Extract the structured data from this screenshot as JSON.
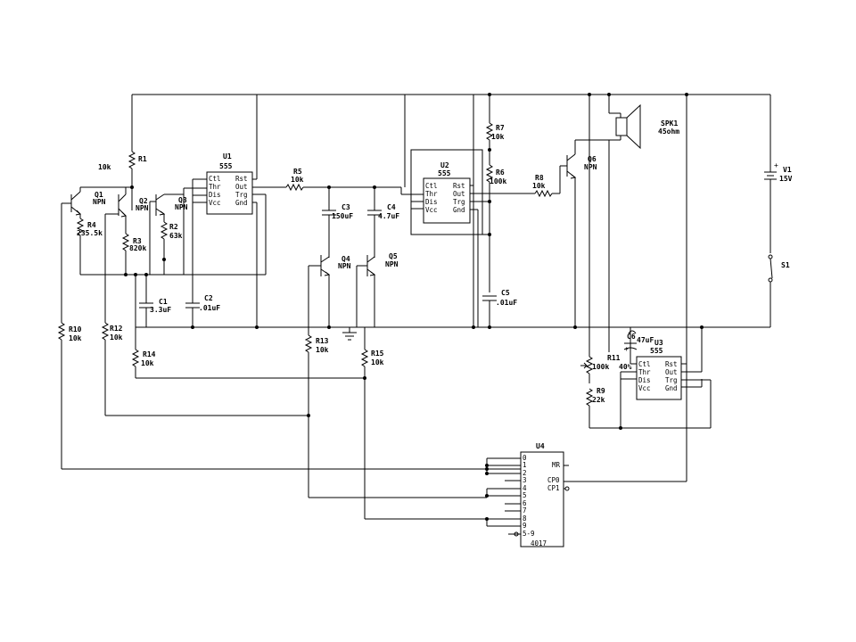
{
  "labels": {
    "U1": "U1",
    "U1_type": "555",
    "U2": "U2",
    "U2_type": "555",
    "U3": "U3",
    "U3_type": "555",
    "U4": "U4",
    "U4_type": "4017",
    "R1": "R1",
    "R1_val": "10k",
    "R2": "R2",
    "R2_val": "63k",
    "R3": "R3",
    "R3_val": "820k",
    "R4": "R4",
    "R4_val": "235.5k",
    "R5": "R5",
    "R5_val": "10k",
    "R6": "R6",
    "R6_val": "100k",
    "R7": "R7",
    "R7_val": "10k",
    "R8": "R8",
    "R8_val": "10k",
    "R9": "R9",
    "R9_val": "22k",
    "R10": "R10",
    "R10_val": "10k",
    "R11": "R11",
    "R11_val": "100k",
    "R11_pct": "40%",
    "R12": "R12",
    "R12_val": "10k",
    "R13": "R13",
    "R13_val": "10k",
    "R14": "R14",
    "R14_val": "10k",
    "R15": "R15",
    "R15_val": "10k",
    "C1": "C1",
    "C1_val": "3.3uF",
    "C2": "C2",
    "C2_val": ".01uF",
    "C3": "C3",
    "C3_val": "150uF",
    "C4": "C4",
    "C4_val": "4.7uF",
    "C5": "C5",
    "C5_val": ".01uF",
    "C6": "C6",
    "C6_val": "47uF",
    "Q1": "Q1",
    "Q2": "Q2",
    "Q3": "Q3",
    "Q4": "Q4",
    "Q5": "Q5",
    "Q6": "Q6",
    "npn": "NPN",
    "SPK1": "SPK1",
    "SPK1_val": "45ohm",
    "V1": "V1",
    "V1_val": "15V",
    "S1": "S1"
  },
  "pins555": {
    "ctl": "Ctl",
    "thr": "Thr",
    "dis": "Dis",
    "vcc": "Vcc",
    "rst": "Rst",
    "out": "Out",
    "trg": "Trg",
    "gnd": "Gnd"
  },
  "pins4017": {
    "q0": "0",
    "q1": "1",
    "q2": "2",
    "q3": "3",
    "q4": "4",
    "q5": "5",
    "q6": "6",
    "q7": "7",
    "q8": "8",
    "q9": "9",
    "q59": "5-9",
    "mr": "MR",
    "cp0": "CP0",
    "cp1": "CP1"
  }
}
